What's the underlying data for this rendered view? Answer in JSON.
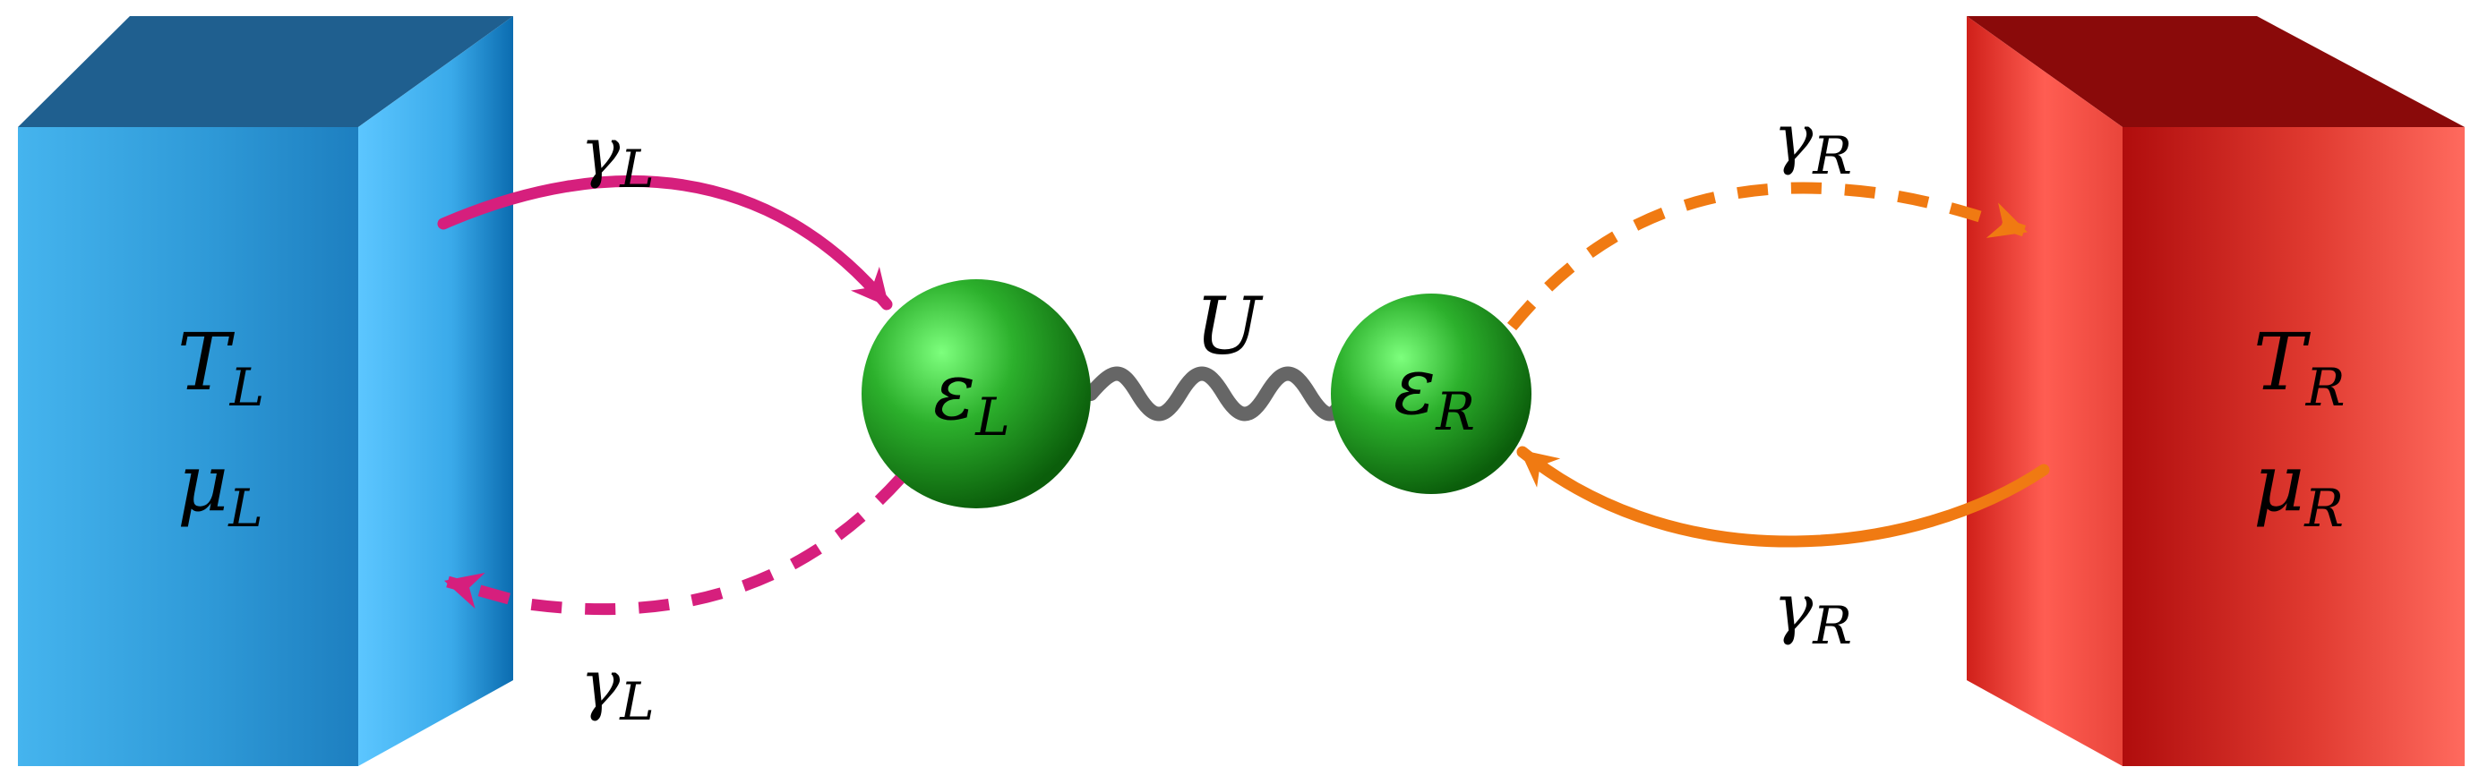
{
  "left_reservoir": {
    "T": "T",
    "T_sub": "L",
    "mu": "μ",
    "mu_sub": "L",
    "color": "#4fb8f0"
  },
  "right_reservoir": {
    "T": "T",
    "T_sub": "R",
    "mu": "μ",
    "mu_sub": "R",
    "color": "#e8302a"
  },
  "left_dot": {
    "label": "ε",
    "sub": "L"
  },
  "right_dot": {
    "label": "ε",
    "sub": "R"
  },
  "coupling": {
    "label": "U"
  },
  "rates": {
    "left_in": {
      "label": "γ",
      "sub": "L"
    },
    "left_out": {
      "label": "γ",
      "sub": "L"
    },
    "right_out": {
      "label": "γ",
      "sub": "R"
    },
    "right_in": {
      "label": "γ",
      "sub": "R"
    }
  },
  "colors": {
    "left_arrow": "#d61f7d",
    "right_arrow": "#f07a12",
    "dot": "#128a12",
    "spring": "#666666"
  }
}
